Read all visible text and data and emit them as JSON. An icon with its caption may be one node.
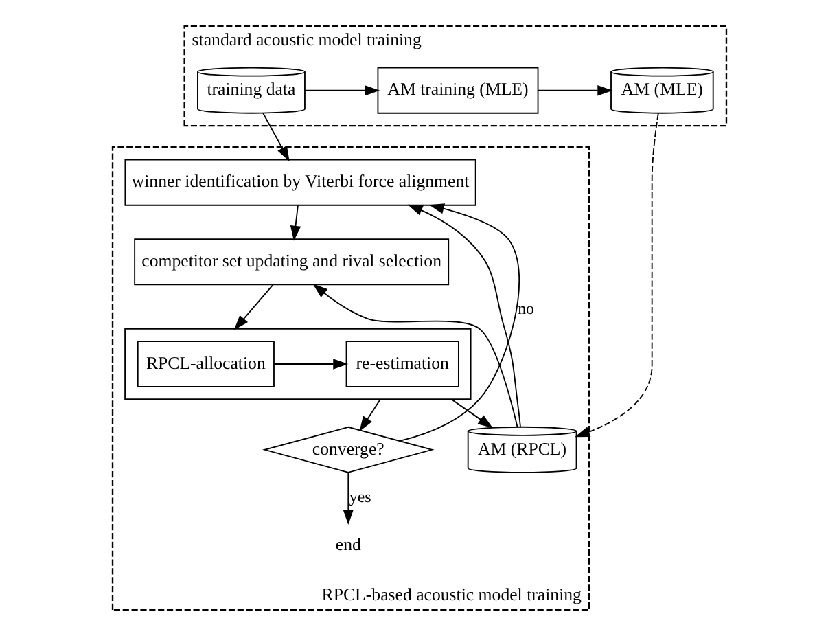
{
  "diagram": {
    "nodes": [
      {
        "text": [
          "standard acoustic model training"
        ]
      },
      {
        "text": [
          "training data"
        ],
        "in": 0
      },
      {
        "text": [
          "AM training (MLE)"
        ],
        "in": 0
      },
      {
        "text": [
          "AM (MLE)"
        ],
        "in": 0
      },
      {
        "text": [
          "RPCL-based acoustic model training"
        ]
      },
      {
        "text": [
          "winner identification by Viterbi force alignment"
        ],
        "in": 4
      },
      {
        "text": [
          "competitor set updating and rival selection"
        ],
        "in": 4
      },
      {
        "text": [],
        "shape": "box",
        "in": 4
      },
      {
        "text": [
          "RPCL-allocation"
        ],
        "in": 7
      },
      {
        "text": [
          "re-estimation"
        ],
        "in": 7
      },
      {
        "text": [
          "AM (RPCL)"
        ],
        "in": 4
      },
      {
        "text": [
          "converge?"
        ],
        "in": 4
      },
      {
        "text": [
          "end"
        ],
        "in": 4
      }
    ],
    "edges": [
      {
        "from": 1,
        "to": 2,
        "arrow": "to"
      },
      {
        "from": 2,
        "to": 3,
        "arrow": "to"
      },
      {
        "from": 3,
        "to": 10,
        "arrow": "to",
        "style": "dashed"
      },
      {
        "from": 1,
        "to": 5,
        "arrow": "to"
      },
      {
        "from": 5,
        "to": 6,
        "arrow": "to"
      },
      {
        "from": 6,
        "to": 7,
        "arrow": "to"
      },
      {
        "from": 8,
        "to": 9,
        "arrow": "to"
      },
      {
        "from": 7,
        "to": 10,
        "arrow": "to"
      },
      {
        "from": 10,
        "to": 5,
        "arrow": "to"
      },
      {
        "from": 10,
        "to": 6,
        "arrow": "to"
      },
      {
        "from": 7,
        "to": 11,
        "arrow": "to"
      },
      {
        "from": 11,
        "to": 5,
        "arrow": "to",
        "label": "no"
      },
      {
        "from": 11,
        "to": 12,
        "arrow": "to",
        "label": "yes"
      }
    ]
  }
}
